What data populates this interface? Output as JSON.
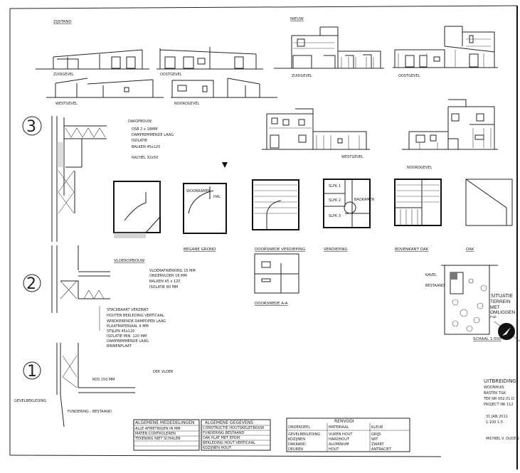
{
  "sheet": {
    "section_existing": "ZIJSTAND",
    "section_new": "NIEUW",
    "existing_elevations": [
      "ZUIDGEVEL",
      "OOSTGEVEL",
      "WESTGEVEL",
      "NOORDGEVEL"
    ],
    "new_elevations": [
      "ZUIDGEVEL",
      "OOSTGEVEL",
      "WESTGEVEL",
      "NOORDGEVEL"
    ],
    "details": [
      {
        "number": "3",
        "labels": [
          "DAKOPBOUW",
          "OSB 2 x 18MM",
          "DAMPREMMENDE LAAG",
          "ISOLATIE",
          "BALKEN 45x120",
          "RACHEL 32x50"
        ]
      },
      {
        "number": "2",
        "labels": [
          "VLOEROPBOUW",
          "VLOERAFWERKING 15 MM",
          "ONDERVLOER 18 MM",
          "BALKEN 45 x 120",
          "ISOLATIE 80 MM"
        ]
      },
      {
        "number": "1",
        "labels": [
          "STACKBAART VERZINKT",
          "HOUTEN BEKLEDING VERTICAAL",
          "WINDKERENDE DAMPOPEN LAAG",
          "PLAATMATERIAAL 9 MM",
          "STIJLEN 45x120",
          "ISOLATIE MIN. 120 MM",
          "DAMPREMMENDE LAAG",
          "BINNENPLAAT",
          "DEK VLOER",
          "KOS 150 MM",
          "GEVELBEKLEDING",
          "FUNDERING - BESTAAND"
        ]
      }
    ],
    "plans": [
      "BEGANE GROND",
      "DOORSNEDE VERDIEPING",
      "VERDIEPING",
      "BOVENKANT DAK",
      "DAK"
    ],
    "rooms": [
      "SLPK 1",
      "SLPK 2",
      "SLPK 3",
      "BADKAMER",
      "WOONKAMER",
      "HAL"
    ],
    "section_label": "DOORSNEDE A-A",
    "site": {
      "title": "SITUATIE",
      "subtitle": "TERREIN MET OMLIGGENDE GEBOUWEN",
      "scale": "SCHAAL 1:500",
      "labels": [
        "KAVEL",
        "BESTAAND"
      ]
    },
    "title_block": {
      "title": "UITBREIDING",
      "lines": [
        "WOONHUIS",
        "BASTEK T&K",
        "TEK NR 002.01.D",
        "PROJECT NR 112"
      ],
      "date": "31 JAN 2011",
      "scale": "1:100  1:5",
      "drawn_by": "MICHIEL V. OUDEN"
    },
    "tables": [
      {
        "header": "ALGEMENE MEDEDELINGEN",
        "lines": [
          "ALLE AFMETINGEN IN MM",
          "MATEN CONTROLEREN",
          "TEKENING NIET SCHALEN"
        ]
      },
      {
        "header": "ALGEMENE GEGEVENS",
        "lines": [
          "CONSTRUCTIE HOUTSKELETBOUW",
          "FUNDERING BESTAAND",
          "DAK PLAT MET EPDM",
          "BEKLEDING HOUT VERTICAAL",
          "KOZIJNEN HOUT"
        ]
      },
      {
        "header": "RENVOOI",
        "columns": [
          "ONDERDEEL",
          "MATERIAAL",
          "KLEUR"
        ],
        "rows": [
          [
            "GEVELBEKLEDING",
            "VUREN HOUT",
            "GRIJS"
          ],
          [
            "KOZIJNEN",
            "HARDHOUT",
            "WIT"
          ],
          [
            "DAKRAND",
            "ALUMINIUM",
            "ZWART"
          ],
          [
            "DEUREN",
            "HOUT",
            "ANTRACIET"
          ]
        ]
      }
    ],
    "north_arrow": "north-arrow-icon"
  }
}
